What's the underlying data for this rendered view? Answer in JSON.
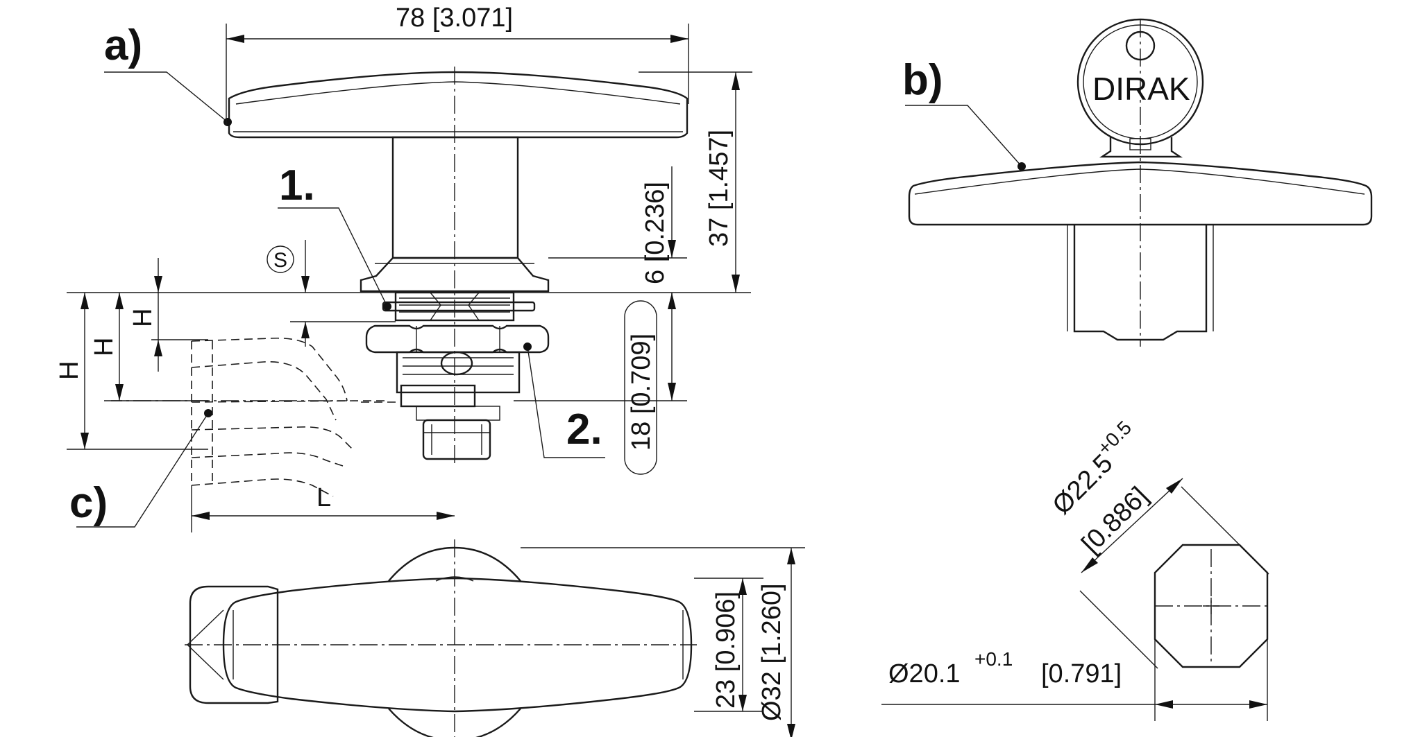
{
  "callouts": {
    "a": "a)",
    "b": "b)",
    "c": "c)",
    "one": "1.",
    "two": "2."
  },
  "dimensions": {
    "width_top": "78 [3.071]",
    "height_total": "37 [1.457]",
    "height_6": "6 [0.236]",
    "height_18": "18 [0.709]",
    "h": "H",
    "s_symbol": "S",
    "l": "L",
    "width_23": "23 [0.906]",
    "dia_32": "Ø32 [1.260]",
    "dia_22_5": "Ø22.5",
    "dia_22_5_tol": "+0.5",
    "dia_22_5_in": "[0.886]",
    "dia_20_1": "Ø20.1",
    "dia_20_1_tol": "+0.1",
    "dia_20_1_in": "[0.791]"
  },
  "key": {
    "brand": "DIRAK"
  },
  "colors": {
    "line": "#1a1a1a",
    "background": "#ffffff"
  }
}
